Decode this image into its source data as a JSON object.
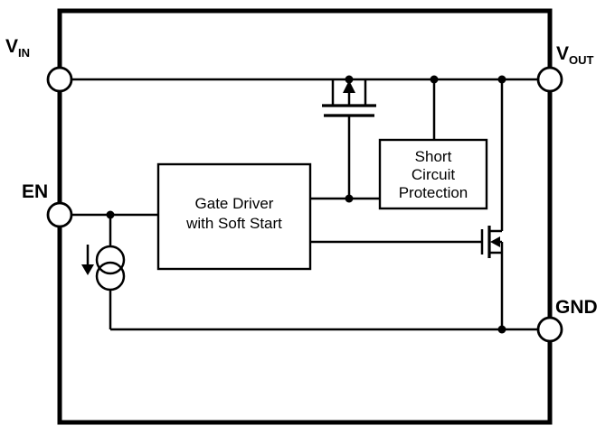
{
  "colors": {
    "line": "#000000",
    "background": "#ffffff"
  },
  "pins": {
    "vin": {
      "main": "V",
      "sub": "IN"
    },
    "vout": {
      "main": "V",
      "sub": "OUT"
    },
    "en": {
      "label": "EN"
    },
    "gnd": {
      "label": "GND"
    }
  },
  "blocks": {
    "gate_driver": {
      "line1": "Gate Driver",
      "line2": "with Soft Start"
    },
    "short_circuit_protection": {
      "line1": "Short",
      "line2": "Circuit",
      "line3": "Protection"
    }
  }
}
